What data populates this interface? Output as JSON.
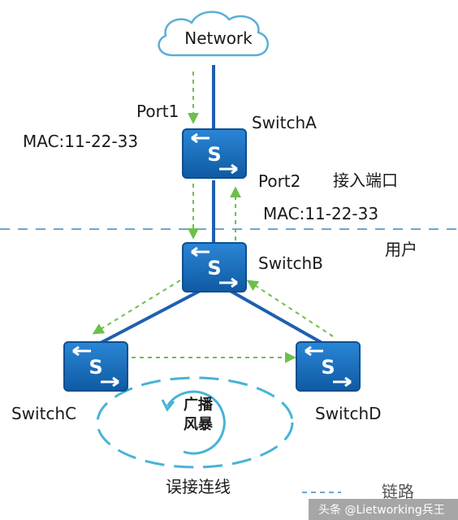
{
  "network": {
    "label": "Network"
  },
  "switches": {
    "a": {
      "name": "SwitchA",
      "icon": "S"
    },
    "b": {
      "name": "SwitchB",
      "icon": "S"
    },
    "c": {
      "name": "SwitchC",
      "icon": "S"
    },
    "d": {
      "name": "SwitchD",
      "icon": "S"
    }
  },
  "ports": {
    "port1": "Port1",
    "port2": "Port2"
  },
  "mac": {
    "port1_mac": "MAC:11-22-33",
    "port2_mac": "MAC:11-22-33"
  },
  "labels": {
    "access_port": "接入端口",
    "user": "用户",
    "broadcast_storm_line1": "广播",
    "broadcast_storm_line2": "风暴",
    "miswiring": "误接连线"
  },
  "watermark": {
    "ghost_text": "链路",
    "text": "头条 @Lietworking兵王"
  },
  "colors": {
    "switch_fill": "#1469b8",
    "switch_edge": "#0d4f8e",
    "link": "#1f5fae",
    "arrow_green": "#6cc04a",
    "dashed_blue": "#6fa6cf",
    "loop_cyan": "#47b3d8"
  }
}
